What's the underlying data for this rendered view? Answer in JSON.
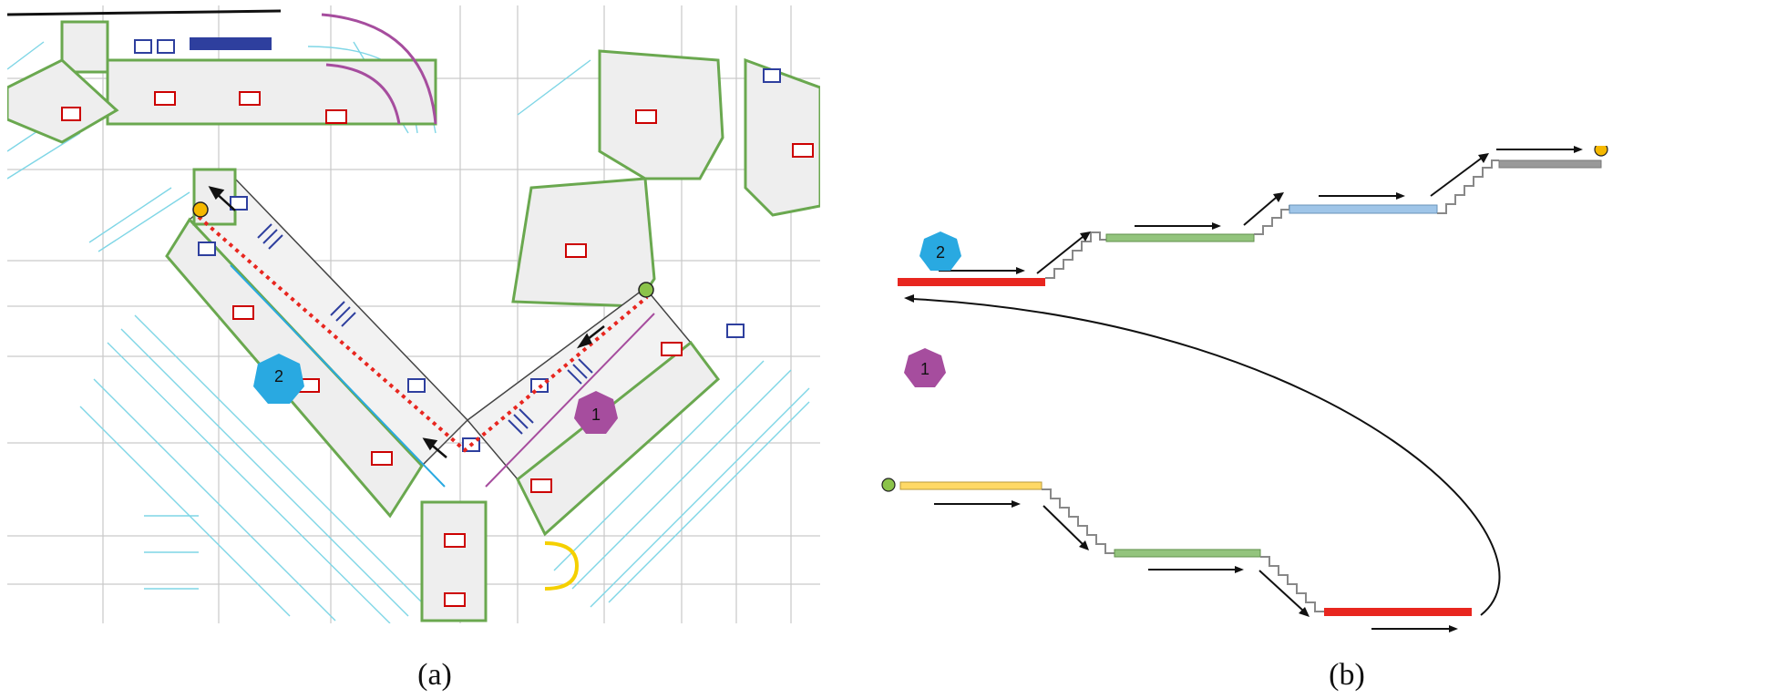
{
  "captions": {
    "a": "(a)",
    "b": "(b)"
  },
  "markers": {
    "one": "1",
    "two": "2"
  },
  "colors": {
    "red": "#e8261f",
    "green": "#93c47d",
    "blue": "#9fc5e8",
    "gray": "#999999",
    "yellow": "#ffd966",
    "purple": "#a64d9e",
    "cyan": "#29a9e1",
    "start_dot": "#8bc34a",
    "end_dot": "#f5b800"
  }
}
